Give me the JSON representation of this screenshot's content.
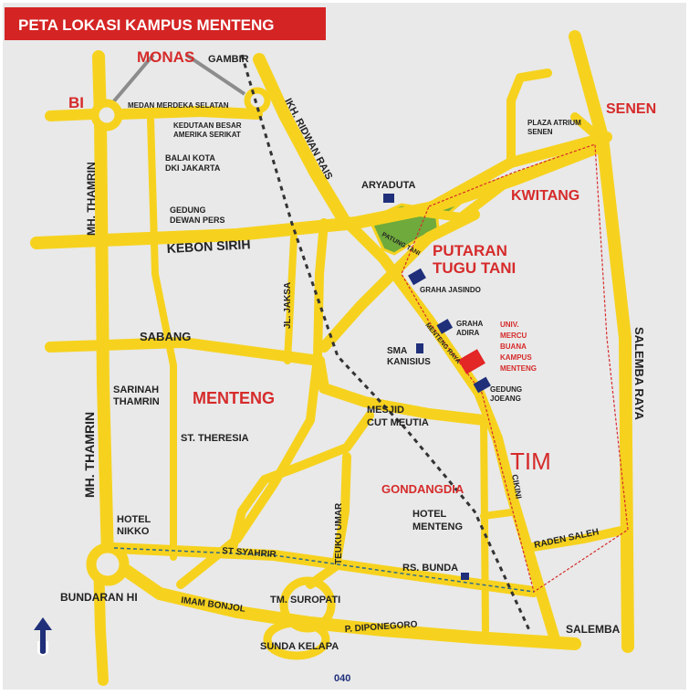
{
  "map": {
    "title": "PETA LOKASI KAMPUS MENTENG",
    "page_number": "040",
    "colors": {
      "background": "#e9e9e9",
      "road": "#f6d21e",
      "park": "#6faa3c",
      "building": "#1f2f7a",
      "campus": "#e32626",
      "title_bg": "#d42424",
      "district_text": "#d62b2b",
      "railway": "#333333",
      "railway_line": "#2e6a8a",
      "boundary": "#d62b2b"
    },
    "districts": {
      "monas": "MONAS",
      "bi": "BI",
      "senen": "SENEN",
      "kwitang": "KWITANG",
      "menteng": "MENTENG",
      "tim": "TIM",
      "gondangdia": "GONDANGDIA",
      "putaran_line1": "PUTARAN",
      "putaran_line2": "TUGU TANI"
    },
    "roads": {
      "gambir": "GAMBIR",
      "medan_merdeka": "MEDAN MERDEKA SELATAN",
      "ridwan_rais": "IKH. RIDWAN RAIS",
      "thamrin_top": "MH. THAMRIN",
      "thamrin_bottom": "MH. THAMRIN",
      "kebon_sirih": "KEBON SIRIH",
      "jaksa": "JL. JAKSA",
      "sabang": "SABANG",
      "salemba_raya": "SALEMBA RAYA",
      "menteng_raya": "MENTENG RAYA",
      "cikini": "CIKINI",
      "raden_saleh": "RADEN SALEH",
      "teuku_umar": "TEUKU UMAR",
      "st_syahrir": "ST SYAHRIR",
      "imam_bonjol": "IMAM BONJOL",
      "diponegoro": "P. DIPONEGORO",
      "patung_tani": "PATUNG TANI"
    },
    "places": {
      "kedutaan_line1": "KEDUTAAN BESAR",
      "kedutaan_line2": "AMERIKA SERIKAT",
      "balai_line1": "BALAI KOTA",
      "balai_line2": "DKI JAKARTA",
      "gedung_pers_line1": "GEDUNG",
      "gedung_pers_line2": "DEWAN PERS",
      "plaza_line1": "PLAZA ATRIUM",
      "plaza_line2": "SENEN",
      "aryaduta": "ARYADUTA",
      "graha_jasindo": "GRAHA JASINDO",
      "graha_adira_line1": "GRAHA",
      "graha_adira_line2": "ADIRA",
      "sma_line1": "SMA",
      "sma_line2": "KANISIUS",
      "univ_line1": "UNIV.",
      "univ_line2": "MERCU",
      "univ_line3": "BUANA",
      "univ_line4": "KAMPUS",
      "univ_line5": "MENTENG",
      "joeang_line1": "GEDUNG",
      "joeang_line2": "JOEANG",
      "sarinah_line1": "SARINAH",
      "sarinah_line2": "THAMRIN",
      "st_theresia": "ST. THERESIA",
      "mesjid_line1": "MESJID",
      "mesjid_line2": "CUT MEUTIA",
      "hotel_menteng_line1": "HOTEL",
      "hotel_menteng_line2": "MENTENG",
      "hotel_nikko_line1": "HOTEL",
      "hotel_nikko_line2": "NIKKO",
      "rs_bunda": "RS. BUNDA",
      "bundaran_hi": "BUNDARAN HI",
      "tm_suropati": "TM. SUROPATI",
      "sunda_kelapa": "SUNDA KELAPA",
      "salemba": "SALEMBA"
    },
    "north_icon": "north-arrow-icon"
  }
}
